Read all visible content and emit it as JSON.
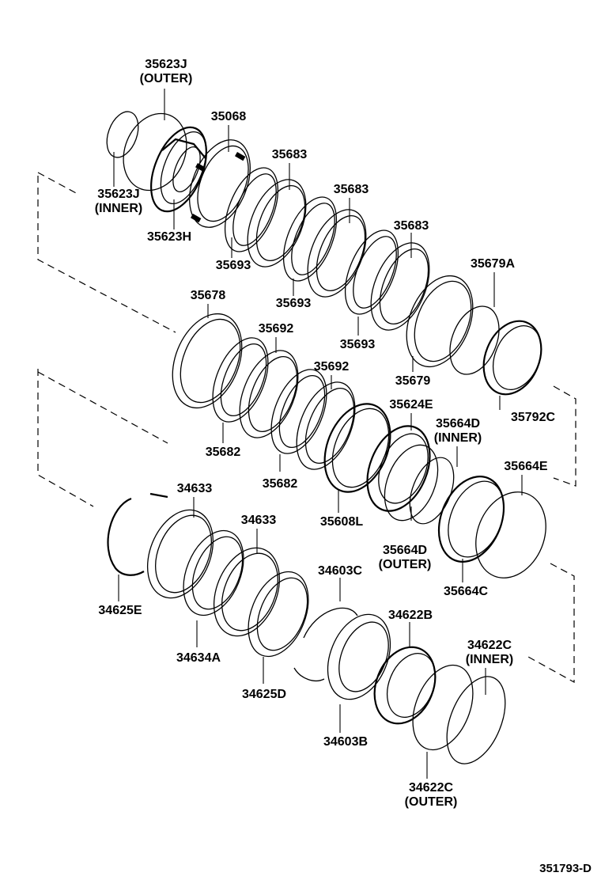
{
  "diagram_code": "351793-D",
  "labels": {
    "p35623J_outer": [
      "35623J",
      "(OUTER)"
    ],
    "p35623J_inner": [
      "35623J",
      "(INNER)"
    ],
    "p35623H": [
      "35623H"
    ],
    "p35068": [
      "35068"
    ],
    "p35683_a": [
      "35683"
    ],
    "p35683_b": [
      "35683"
    ],
    "p35683_c": [
      "35683"
    ],
    "p35693_a": [
      "35693"
    ],
    "p35693_b": [
      "35693"
    ],
    "p35693_c": [
      "35693"
    ],
    "p35679A": [
      "35679A"
    ],
    "p35679": [
      "35679"
    ],
    "p35792C": [
      "35792C"
    ],
    "p35678": [
      "35678"
    ],
    "p35692_a": [
      "35692"
    ],
    "p35692_b": [
      "35692"
    ],
    "p35682_a": [
      "35682"
    ],
    "p35682_b": [
      "35682"
    ],
    "p35624E": [
      "35624E"
    ],
    "p35608L": [
      "35608L"
    ],
    "p35664D_inner": [
      "35664D",
      "(INNER)"
    ],
    "p35664D_outer": [
      "35664D",
      "(OUTER)"
    ],
    "p35664E": [
      "35664E"
    ],
    "p35664C": [
      "35664C"
    ],
    "p34633_a": [
      "34633"
    ],
    "p34633_b": [
      "34633"
    ],
    "p34625E": [
      "34625E"
    ],
    "p34634A": [
      "34634A"
    ],
    "p34603C": [
      "34603C"
    ],
    "p34625D": [
      "34625D"
    ],
    "p34622B": [
      "34622B"
    ],
    "p34622C_inner": [
      "34622C",
      "(INNER)"
    ],
    "p34603B": [
      "34603B"
    ],
    "p34622C_outer": [
      "34622C",
      "(OUTER)"
    ]
  }
}
